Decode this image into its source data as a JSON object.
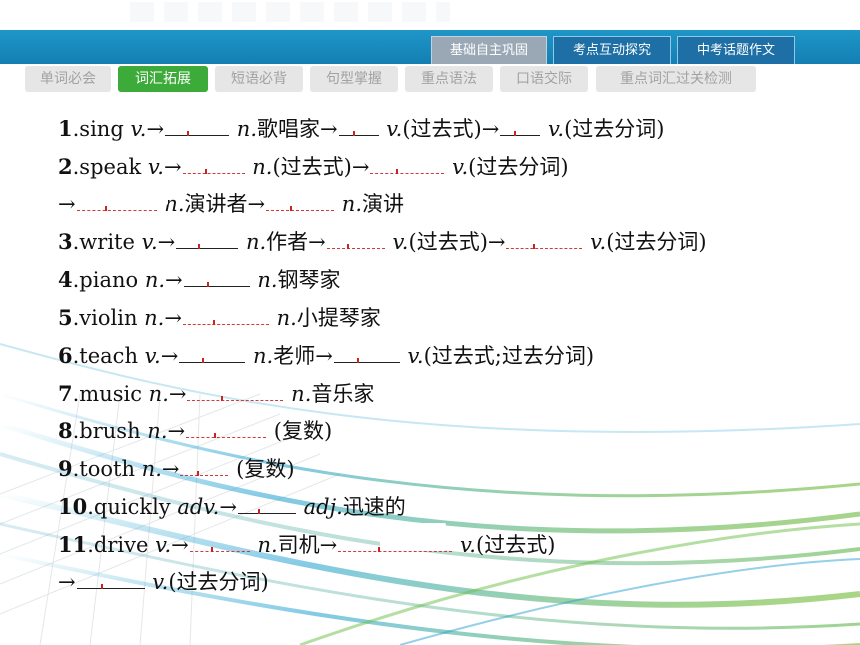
{
  "nav": {
    "tabs": [
      {
        "label": "基础自主巩固",
        "active": true
      },
      {
        "label": "考点互动探究",
        "active": false
      },
      {
        "label": "中考话题作文",
        "active": false
      }
    ],
    "subtabs": [
      {
        "label": "单词必会",
        "active": false
      },
      {
        "label": "词汇拓展",
        "active": true
      },
      {
        "label": "短语必背",
        "active": false
      },
      {
        "label": "句型掌握",
        "active": false
      },
      {
        "label": "重点语法",
        "active": false
      },
      {
        "label": "口语交际",
        "active": false
      },
      {
        "label": "重点词汇过关检测",
        "active": false
      }
    ]
  },
  "exercise": {
    "items": [
      {
        "num": "1",
        "parts": [
          ".sing ",
          {
            "i": "v."
          },
          "→",
          {
            "b": 1
          },
          " ",
          {
            "i": "n."
          },
          "歌唱家→",
          {
            "b": 2
          },
          " ",
          {
            "i": "v."
          },
          "(过去式)→",
          {
            "b": 3
          },
          " ",
          {
            "i": "v."
          },
          "(过去分词)"
        ]
      },
      {
        "num": "2",
        "parts": [
          ".speak ",
          {
            "i": "v."
          },
          "→",
          {
            "b": 4
          },
          " ",
          {
            "i": "n."
          },
          "(过去式)→",
          {
            "b": 5
          },
          " ",
          {
            "i": "v."
          },
          "(过去分词)"
        ]
      },
      {
        "num": "",
        "parts": [
          "→",
          {
            "b": 6
          },
          " ",
          {
            "i": "n."
          },
          "演讲者→",
          {
            "b": 7
          },
          " ",
          {
            "i": "n."
          },
          "演讲"
        ]
      },
      {
        "num": "3",
        "parts": [
          ".write ",
          {
            "i": "v."
          },
          "→",
          {
            "b": 8
          },
          " ",
          {
            "i": "n."
          },
          "作者→",
          {
            "b": 9
          },
          " ",
          {
            "i": "v."
          },
          "(过去式)→",
          {
            "b": 10
          },
          " ",
          {
            "i": "v."
          },
          "(过去分词)"
        ]
      },
      {
        "num": "4",
        "parts": [
          ".piano ",
          {
            "i": "n."
          },
          "→",
          {
            "b": 11
          },
          " ",
          {
            "i": "n."
          },
          "钢琴家"
        ]
      },
      {
        "num": "5",
        "parts": [
          ".violin ",
          {
            "i": "n."
          },
          "→",
          {
            "b": 12
          },
          " ",
          {
            "i": "n."
          },
          "小提琴家"
        ]
      },
      {
        "num": "6",
        "parts": [
          ".teach ",
          {
            "i": "v."
          },
          "→",
          {
            "b": 13
          },
          " ",
          {
            "i": "n."
          },
          "老师→",
          {
            "b": 14
          },
          " ",
          {
            "i": "v."
          },
          "(过去式;过去分词)"
        ]
      },
      {
        "num": "7",
        "parts": [
          ".music ",
          {
            "i": "n."
          },
          "→",
          {
            "b": 15
          },
          " ",
          {
            "i": "n."
          },
          "音乐家"
        ]
      },
      {
        "num": "8",
        "parts": [
          ".brush ",
          {
            "i": "n."
          },
          "→",
          {
            "b": 16
          },
          " (复数)"
        ]
      },
      {
        "num": "9",
        "parts": [
          ".tooth ",
          {
            "i": "n."
          },
          "→",
          {
            "b": 17
          },
          " (复数)"
        ]
      },
      {
        "num": "10",
        "parts": [
          ".quickly ",
          {
            "i": "adv."
          },
          "→",
          {
            "b": 18
          },
          " ",
          {
            "i": "adj."
          },
          "迅速的"
        ]
      },
      {
        "num": "11",
        "parts": [
          ".drive ",
          {
            "i": "v."
          },
          "→",
          {
            "b": 19
          },
          " ",
          {
            "i": "n."
          },
          "司机→",
          {
            "b": 20
          },
          " ",
          {
            "i": "v."
          },
          "(过去式)"
        ]
      },
      {
        "num": "",
        "parts": [
          "→",
          {
            "b": 21
          },
          " ",
          {
            "i": "v."
          },
          "(过去分词)"
        ]
      }
    ]
  }
}
